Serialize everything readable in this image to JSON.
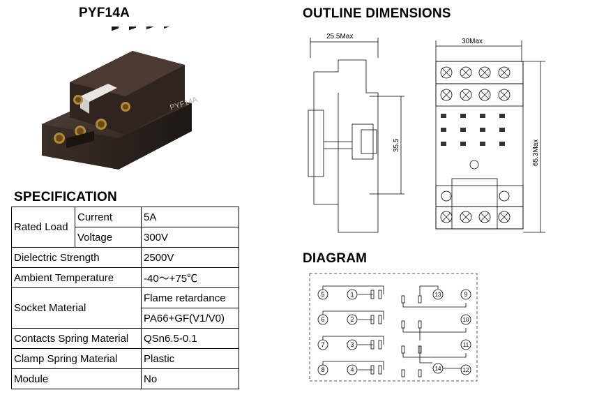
{
  "product": {
    "title": "PYF14A",
    "photo_label": "PYF14A"
  },
  "specification": {
    "title": "SPECIFICATION",
    "rated_load": {
      "label": "Rated Load",
      "current_label": "Current",
      "current_value": "5A",
      "voltage_label": "Voltage",
      "voltage_value": "300V"
    },
    "rows": [
      {
        "label": "Dielectric Strength",
        "value": "2500V"
      },
      {
        "label": "Ambient Temperature",
        "value": "-40～+75℃"
      }
    ],
    "socket_material": {
      "label": "Socket Material",
      "line1": "Flame retardance",
      "line2": "PA66+GF(V1/V0)"
    },
    "rows2": [
      {
        "label": "Contacts Spring Material",
        "value": "QSn6.5-0.1"
      },
      {
        "label": "Clamp Spring Material",
        "value": "Plastic"
      },
      {
        "label": "Module",
        "value": "No"
      }
    ]
  },
  "outline": {
    "title": "OUTLINE DIMENSIONS",
    "width_side": "25.5Max",
    "height_side": "35.5",
    "width_front": "30Max",
    "height_front": "65.3Max"
  },
  "diagram": {
    "title": "DIAGRAM",
    "terminals": [
      "1",
      "2",
      "3",
      "4",
      "5",
      "6",
      "7",
      "8",
      "9",
      "10",
      "11",
      "12",
      "13",
      "14"
    ]
  }
}
